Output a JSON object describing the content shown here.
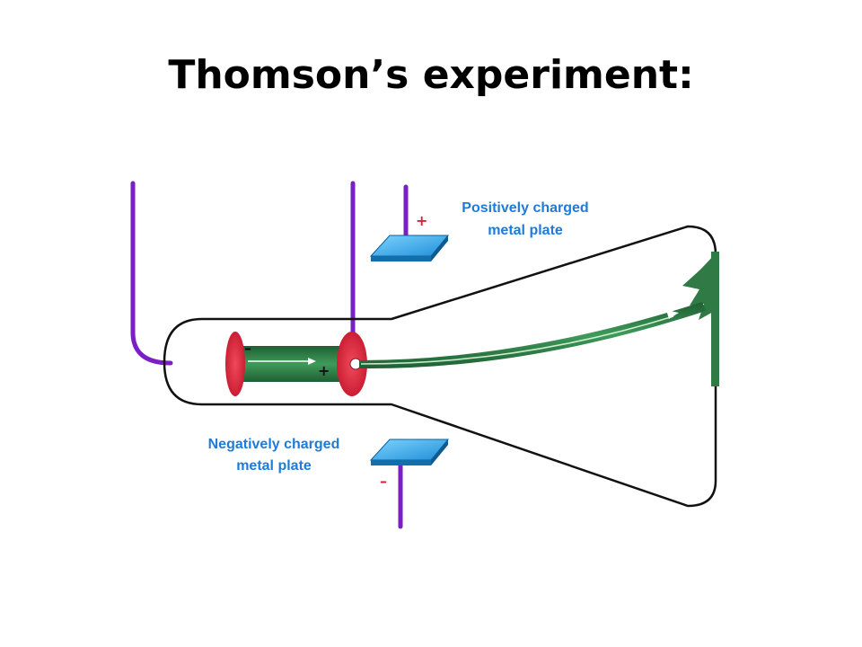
{
  "slide": {
    "title": "Thomson’s experiment:"
  },
  "diagram": {
    "positive_plate_label": {
      "line1": "Positively charged",
      "line2": "metal plate",
      "sign": "+"
    },
    "negative_plate_label": {
      "line1": "Negatively charged",
      "line2": "metal plate",
      "sign": "–"
    },
    "cathode_sign": "–",
    "anode_sign": "+",
    "colors": {
      "wire": "#7b1fc4",
      "electrode": "#d8223a",
      "beam": "#2f7a45",
      "plate": "#1a8fd6",
      "label": "#1e7bd8",
      "sign": "#d8223a",
      "tube_outline": "#111111"
    }
  }
}
